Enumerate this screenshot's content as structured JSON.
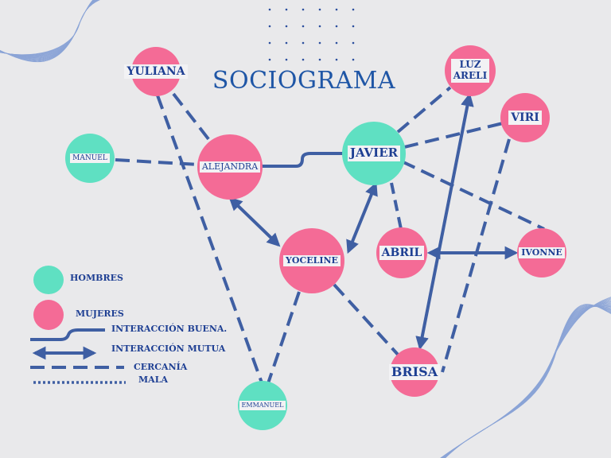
{
  "title": "SOCIOGRAMA",
  "colors": {
    "female": "#f46b96",
    "male": "#5fe0c2",
    "line": "#3f5fa3",
    "text": "#1e3f93",
    "title": "#1f56a6"
  },
  "nodes": {
    "yuliana": {
      "label": "YULIANA",
      "gender": "female"
    },
    "manuel": {
      "label": "MANUEL",
      "gender": "male"
    },
    "alejandra": {
      "label": "ALEJANDRA",
      "gender": "female"
    },
    "javier": {
      "label": "JAVIER",
      "gender": "male"
    },
    "luz_areli": {
      "label_line1": "LUZ",
      "label_line2": "ARELI",
      "gender": "female"
    },
    "viri": {
      "label": "VIRI",
      "gender": "female"
    },
    "yoceline": {
      "label": "YOCELINE",
      "gender": "female"
    },
    "abril": {
      "label": "ABRIL",
      "gender": "female"
    },
    "ivonne": {
      "label": "IVONNE",
      "gender": "female"
    },
    "brisa": {
      "label": "BRISA",
      "gender": "female"
    },
    "emmanuel": {
      "label": "EMMANUEL",
      "gender": "male"
    }
  },
  "relations": [
    {
      "from": "MANUEL",
      "to": "ALEJANDRA",
      "type": "cercania"
    },
    {
      "from": "YULIANA",
      "to": "ALEJANDRA",
      "type": "cercania"
    },
    {
      "from": "YULIANA",
      "to": "EMMANUEL",
      "type": "cercania"
    },
    {
      "from": "ALEJANDRA",
      "to": "JAVIER",
      "type": "interaccion_buena"
    },
    {
      "from": "ALEJANDRA",
      "to": "YOCELINE",
      "type": "interaccion_mutua"
    },
    {
      "from": "YOCELINE",
      "to": "JAVIER",
      "type": "interaccion_mutua"
    },
    {
      "from": "JAVIER",
      "to": "LUZ ARELI",
      "type": "cercania"
    },
    {
      "from": "JAVIER",
      "to": "VIRI",
      "type": "cercania"
    },
    {
      "from": "JAVIER",
      "to": "IVONNE",
      "type": "cercania"
    },
    {
      "from": "JAVIER",
      "to": "ABRIL",
      "type": "cercania"
    },
    {
      "from": "ABRIL",
      "to": "IVONNE",
      "type": "interaccion_mutua"
    },
    {
      "from": "YOCELINE",
      "to": "BRISA",
      "type": "cercania"
    },
    {
      "from": "YOCELINE",
      "to": "EMMANUEL",
      "type": "cercania"
    },
    {
      "from": "LUZ ARELI",
      "to": "BRISA",
      "type": "interaccion_mutua"
    },
    {
      "from": "VIRI",
      "to": "BRISA",
      "type": "cercania"
    }
  ],
  "legend": {
    "hombres": "HOMBRES",
    "mujeres": "MUJERES",
    "interaccion_buena": "INTERACCIÓN BUENA.",
    "interaccion_mutua": "INTERACCIÓN MUTUA",
    "cercania": "CERCANÍA",
    "mala": "MALA"
  }
}
